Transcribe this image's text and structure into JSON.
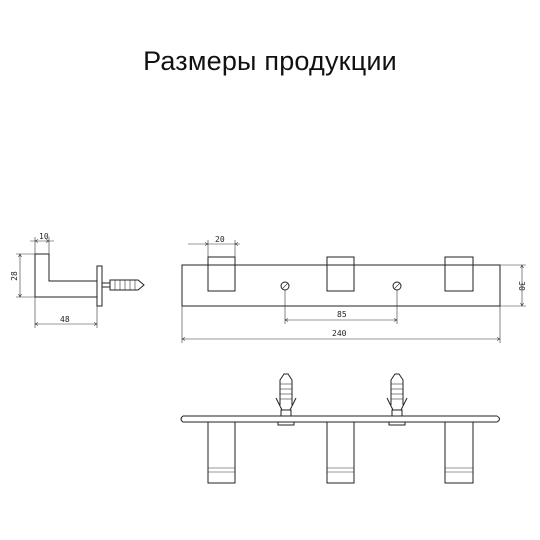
{
  "title": "Размеры продукции",
  "dimensions": {
    "hook_top_width": "10",
    "hook_height": "28",
    "hook_depth": "48",
    "hook_width": "20",
    "screw_spacing": "85",
    "bar_length": "240",
    "bar_height": "30"
  },
  "colors": {
    "line": "#222222",
    "background": "#ffffff"
  }
}
